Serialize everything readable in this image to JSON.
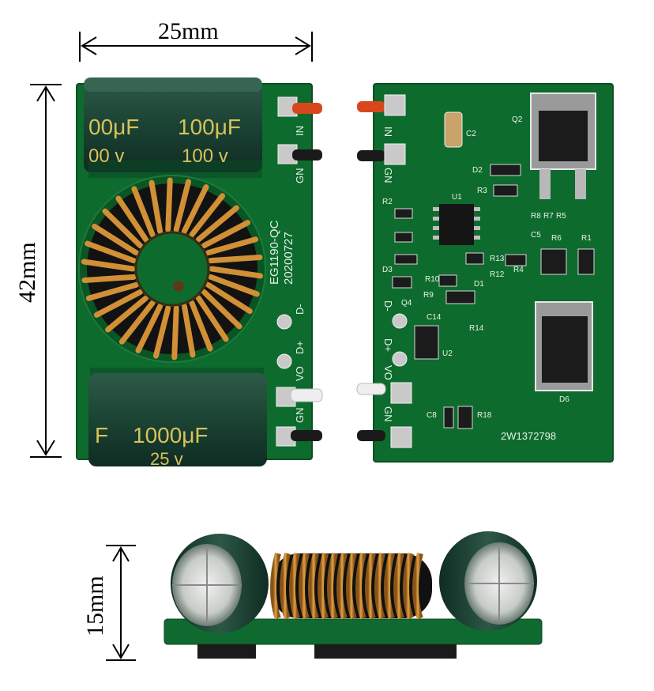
{
  "dimensions": {
    "width_label": "25mm",
    "height_label": "42mm",
    "depth_label": "15mm"
  },
  "front_board": {
    "cap_top": {
      "left_text": "00μF",
      "right_text": "100μF",
      "voltage_left": "00 v",
      "voltage_right": "100 v"
    },
    "cap_bottom": {
      "left_text": "F",
      "right_text": "1000μF",
      "voltage": "25 v"
    },
    "silkscreen": {
      "model": "EG1190-QC",
      "date": "20200727"
    },
    "pins": [
      "IN",
      "GN",
      "D-",
      "D+",
      "VO",
      "GN"
    ]
  },
  "back_board": {
    "pins": [
      "IN",
      "GN",
      "D-",
      "D+",
      "VO",
      "GN"
    ],
    "components": [
      "Q2",
      "C2",
      "D2",
      "R3",
      "U1",
      "R2",
      "R1",
      "R8",
      "R7",
      "R5",
      "C5",
      "R6",
      "R4",
      "R13",
      "R12",
      "D3",
      "R10",
      "R9",
      "D1",
      "Q4",
      "C14",
      "R14",
      "U2",
      "D6",
      "C8",
      "R18"
    ],
    "serial": "2W1372798"
  },
  "colors": {
    "pcb": "#0e6b2e",
    "pcb_dark": "#0a5524",
    "copper": "#c9892c",
    "cap_body": "#1f4a3a",
    "cap_text": "#d8c25a",
    "wire_red": "#d8471c",
    "wire_black": "#1a1a1a",
    "wire_white": "#eeeeee"
  }
}
